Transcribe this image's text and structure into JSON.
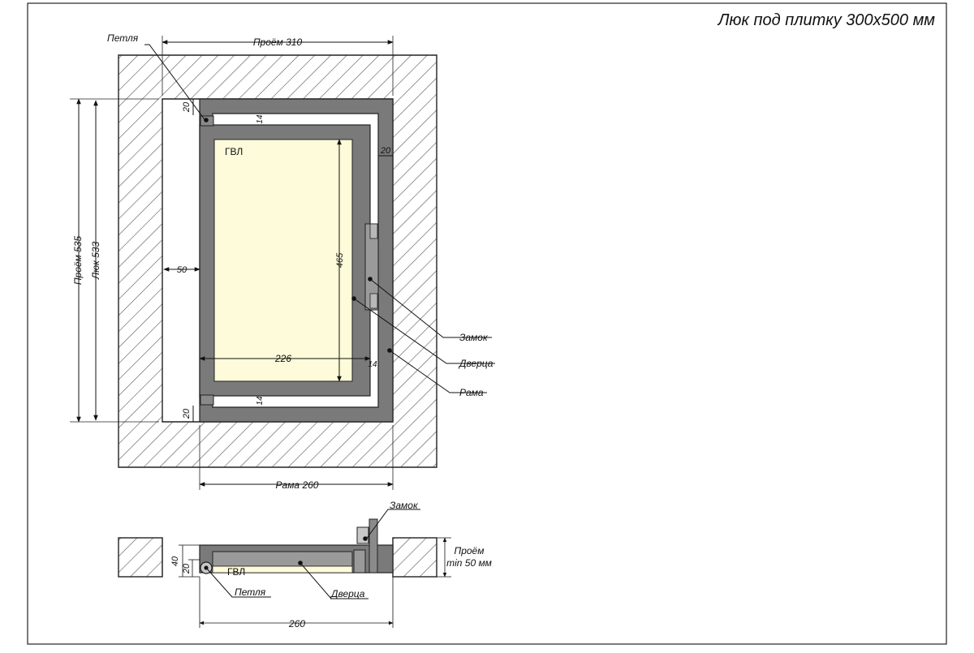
{
  "title": "Люк под плитку 300x500 мм",
  "colors": {
    "frame": "#7a7a7a",
    "panel": "#fdfbd9",
    "hatch": "#555555",
    "line": "#111111"
  },
  "front_view": {
    "opening_width": "Проём 310",
    "opening_height": "Проём 535",
    "hatch_height": "Люк 533",
    "frame_width": "Рама 260",
    "hinge": "Петля",
    "panel": "ГВЛ",
    "lock": "Замок",
    "door": "Дверца",
    "frame": "Рама",
    "dim_20_top": "20",
    "dim_14_top": "14",
    "dim_20_right": "20",
    "dim_50": "50",
    "dim_465": "465",
    "dim_226": "226",
    "dim_14_right": "14",
    "dim_14_bottom": "14",
    "dim_20_bottom": "20"
  },
  "section_view": {
    "lock": "Замок",
    "opening_line1": "Проём",
    "opening_line2": "min 50 мм",
    "dim_40": "40",
    "dim_20": "20",
    "panel": "ГВЛ",
    "hinge": "Петля",
    "door": "Дверца",
    "width": "260"
  }
}
